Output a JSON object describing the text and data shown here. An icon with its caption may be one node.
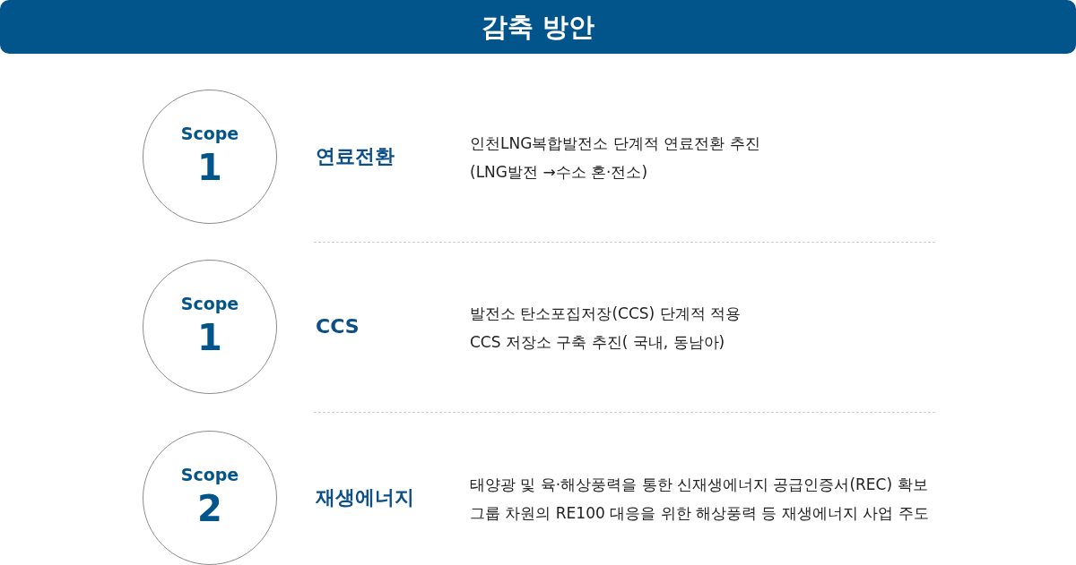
{
  "diagram": {
    "title": "감축 방안",
    "nodes": [
      {
        "text": [
          "Scope",
          "1"
        ]
      },
      {
        "text": [
          "Scope",
          "1"
        ]
      },
      {
        "text": [
          "Scope",
          "2"
        ]
      }
    ],
    "labels": [
      "연료전환",
      "인천LNG복합발전소 단계적 연료전환 추진",
      "(LNG발전 →수소 혼·전소)",
      "CCS",
      "발전소 탄소포집저장(CCS) 단계적 적용",
      "CCS 저장소 구축 추진( 국내, 동남아)",
      "재생에너지",
      "태양광 및 육·해상풍력을 통한 신재생에너지 공급인증서(REC) 확보",
      "그룹 차원의 RE100 대응을 위한 해상풍력 등 재생에너지 사업 주도"
    ]
  }
}
